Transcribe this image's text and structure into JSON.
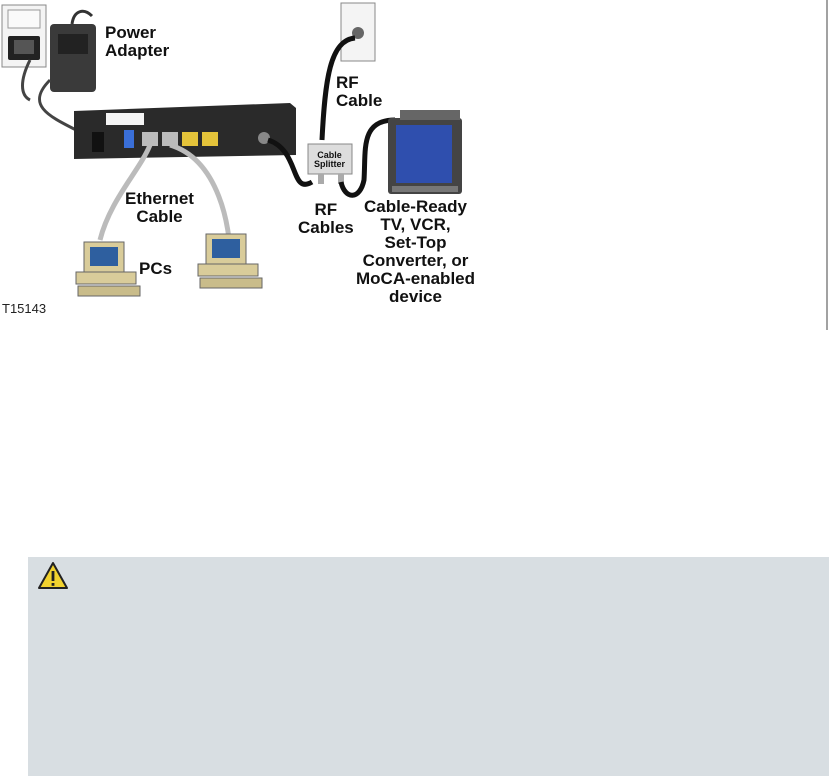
{
  "diagram": {
    "labels": {
      "power_adapter": "Power\nAdapter",
      "rf_cable": "RF\nCable",
      "cable_splitter": "Cable\nSplitter",
      "ethernet_cable": "Ethernet\nCable",
      "rf_cables": "RF\nCables",
      "tv_devices": "Cable-Ready\nTV, VCR,\nSet-Top\nConverter, or\nMoCA-enabled\ndevice",
      "pcs": "PCs"
    },
    "figure_id": "T15143"
  },
  "caution": {
    "icon": "warning-triangle-icon",
    "background": "#d8dee2",
    "icon_color": "#f2d22e"
  }
}
